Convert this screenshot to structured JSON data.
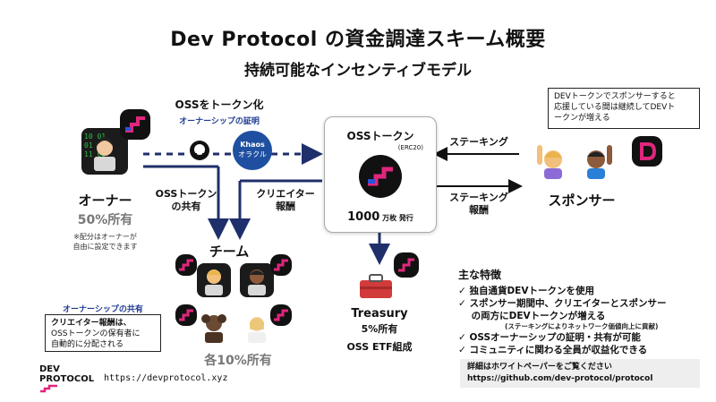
{
  "title": "Dev Protocol の資金調達スキーム概要",
  "subtitle": "持続可能なインセンティブモデル",
  "owner": {
    "label": "オーナー",
    "share": "50%所有",
    "note_line1": "※配分はオーナーが",
    "note_line2": "自由に設定できます"
  },
  "tokenize": {
    "label": "OSSをトークン化",
    "sub": "オーナーシップの証明",
    "oracle_line1": "Khaos",
    "oracle_line2": "オラクル"
  },
  "oss_token": {
    "title": "OSSトークン",
    "standard": "(ERC20)",
    "issue_amount": "1000",
    "issue_unit": " 万枚 発行"
  },
  "flows": {
    "share_line1": "OSSトークン",
    "share_line2": "の共有",
    "reward_line1": "クリエイター",
    "reward_line2": "報酬",
    "staking": "ステーキング",
    "staking_reward_line1": "ステーキング",
    "staking_reward_line2": "報酬"
  },
  "team": {
    "label": "チーム",
    "share": "各10%所有"
  },
  "ownership_share": {
    "heading": "オーナーシップの共有",
    "line1": "クリエイター報酬は、",
    "line2": "OSSトークンの保有者に",
    "line3": "自動的に分配される"
  },
  "sponsor": {
    "label": "スポンサー",
    "callout_line1": "DEVトークンでスポンサーすると",
    "callout_line2": "応援している間は継続してDEVト",
    "callout_line3": "ークンが増える"
  },
  "treasury": {
    "label": "Treasury",
    "share": "5%所有",
    "etf": "OSS ETF組成"
  },
  "features": {
    "heading": "主な特徴",
    "items": [
      "✓  独自通貨DEVトークンを使用",
      "✓  スポンサー期間中、クリエイターとスポンサー",
      "    の両方にDEVトークンが増える",
      "✓  OSSオーナーシップの証明・共有が可能",
      "✓  コミュニティに関わる全員が収益化できる"
    ],
    "sub_note": "(ステーキングによりネットワーク価値向上に貢献)"
  },
  "info_box": {
    "line1": "詳細はホワイトペーパーをご覧ください",
    "line2": "https://github.com/dev-protocol/protocol"
  },
  "logo": {
    "line1": "DEV",
    "line2": "PROTOCOL",
    "url": "https://devprotocol.xyz"
  },
  "colors": {
    "arrow_navy": "#1f2f6b",
    "oracle_blue": "#1f4fa0",
    "token_magenta": "#e0267d",
    "token_blue": "#2a55d6",
    "badge_black": "#111111",
    "treasury_red": "#d23b3b"
  },
  "icons": [
    "github-icon",
    "token-logo-icon",
    "toolbox-icon",
    "fist-raise-icon",
    "check-icon"
  ]
}
